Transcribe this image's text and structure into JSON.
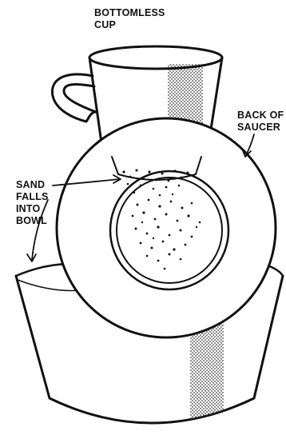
{
  "labels": {
    "bottomless_cup": [
      "BOTTOMLESS",
      "CUP"
    ],
    "back_of_saucer": [
      "BACK OF",
      "SAUCER"
    ],
    "sand_falls": [
      "SAND",
      "FALLS",
      "INTO",
      "BOWL"
    ]
  },
  "colors": {
    "ink": "#111111",
    "paper": "#ffffff",
    "stipple": "#444444"
  }
}
